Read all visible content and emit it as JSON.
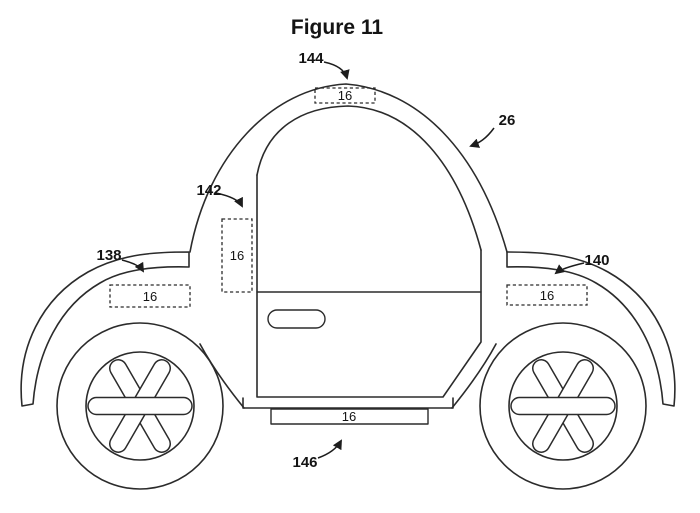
{
  "title": "Figure 11",
  "labels": {
    "l144": "144",
    "l26": "26",
    "l142": "142",
    "l138": "138",
    "l140": "140",
    "l146": "146"
  },
  "part": {
    "n16": "16"
  },
  "colors": {
    "line": "#2b2b2b",
    "text": "#141414",
    "background": "#ffffff"
  }
}
